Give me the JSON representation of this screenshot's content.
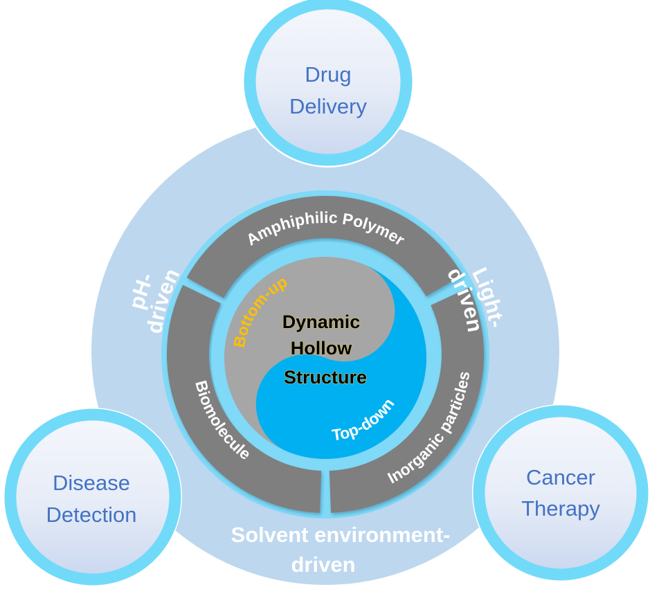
{
  "colors": {
    "outer_disc": "#bdd7ee",
    "ring_cyan": "#7fd9f7",
    "segment_gray": "#7f7f7f",
    "yin_gray": "#a6a6a6",
    "yang_blue": "#00b0f0",
    "app_circle_border": "#71daf9",
    "app_text": "#4472c4",
    "bottom_up_text": "#ffc000",
    "white_text": "#ffffff"
  },
  "core": {
    "title_lines": [
      "Dynamic",
      "Hollow",
      "Structure"
    ],
    "bottom_up": "Bottom-up",
    "top_down": "Top-down"
  },
  "segments": [
    {
      "label": "Amphiphilic Polymer"
    },
    {
      "label": "Inorganic particles"
    },
    {
      "label": "Biomolecule"
    }
  ],
  "stimuli": {
    "ph": [
      "pH-",
      "driven"
    ],
    "light": [
      "Light-",
      "driven"
    ],
    "solvent": [
      "Solvent environment-",
      "driven"
    ]
  },
  "applications": [
    {
      "lines": [
        "Drug",
        "Delivery"
      ]
    },
    {
      "lines": [
        "Disease",
        "Detection"
      ]
    },
    {
      "lines": [
        "Cancer",
        "Therapy"
      ]
    }
  ]
}
